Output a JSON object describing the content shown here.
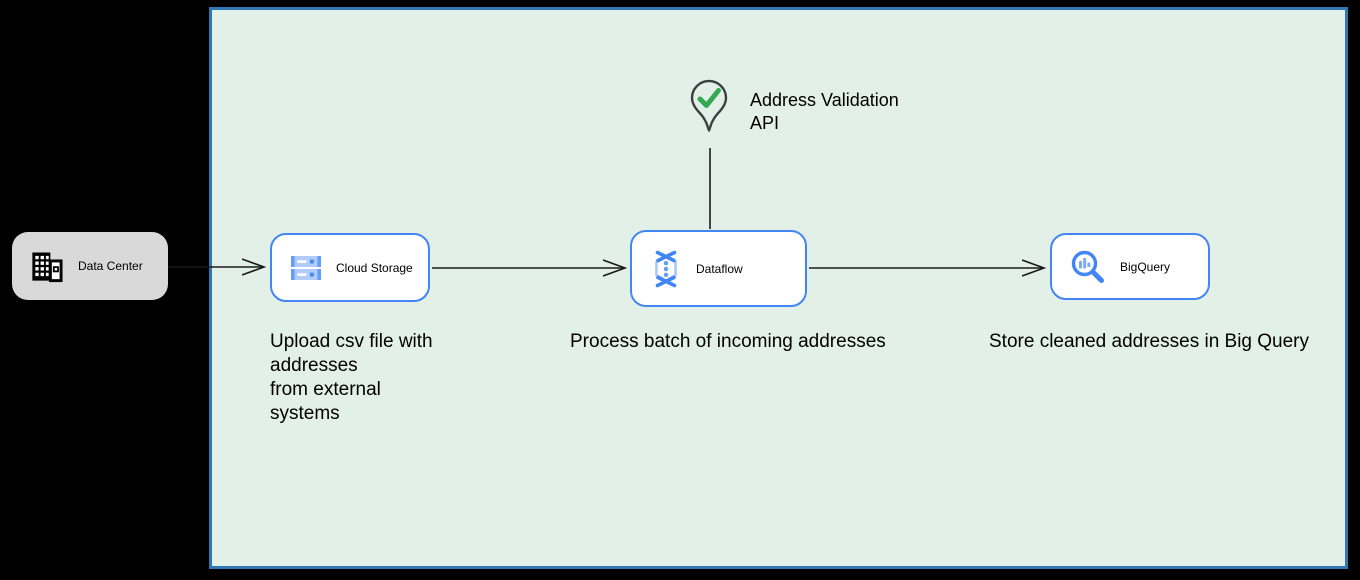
{
  "diagram": {
    "zone": {
      "fill_color": "#E2F0E8",
      "border_color": "#3077B4"
    },
    "nodes": [
      {
        "id": "data-center",
        "icon": "building-icon",
        "label": "Data Center"
      },
      {
        "id": "cloud-storage",
        "icon": "cloud-storage-icon",
        "label": "Cloud Storage"
      },
      {
        "id": "dataflow",
        "icon": "dataflow-icon",
        "label": "Dataflow"
      },
      {
        "id": "bigquery",
        "icon": "bigquery-icon",
        "label": "BigQuery"
      }
    ],
    "annotation": {
      "icon": "location-pin-check-icon",
      "check_color": "#34A853",
      "text": "Address Validation\nAPI"
    },
    "captions": [
      {
        "for": "cloud-storage",
        "text": "Upload csv file with\naddresses\nfrom external\nsystems"
      },
      {
        "for": "dataflow",
        "text": "Process batch of incoming addresses"
      },
      {
        "for": "bigquery",
        "text": "Store cleaned addresses in Big Query"
      }
    ],
    "connectors": [
      {
        "from": "data-center",
        "to": "cloud-storage",
        "arrow": "open"
      },
      {
        "from": "cloud-storage",
        "to": "dataflow",
        "arrow": "open"
      },
      {
        "from": "dataflow",
        "to": "bigquery",
        "arrow": "open"
      },
      {
        "from": "address-validation-api",
        "to": "dataflow",
        "arrow": "none"
      }
    ],
    "colors": {
      "node_border_blue": "#4285F4",
      "icon_light_blue": "#AECBFA",
      "icon_mid_blue": "#669DF6",
      "gray_node_fill": "#D9D9D9",
      "check_green": "#34A853",
      "pin_outline": "#3C4043",
      "connector_black": "#1A1A1A",
      "page_background": "#000000"
    }
  }
}
